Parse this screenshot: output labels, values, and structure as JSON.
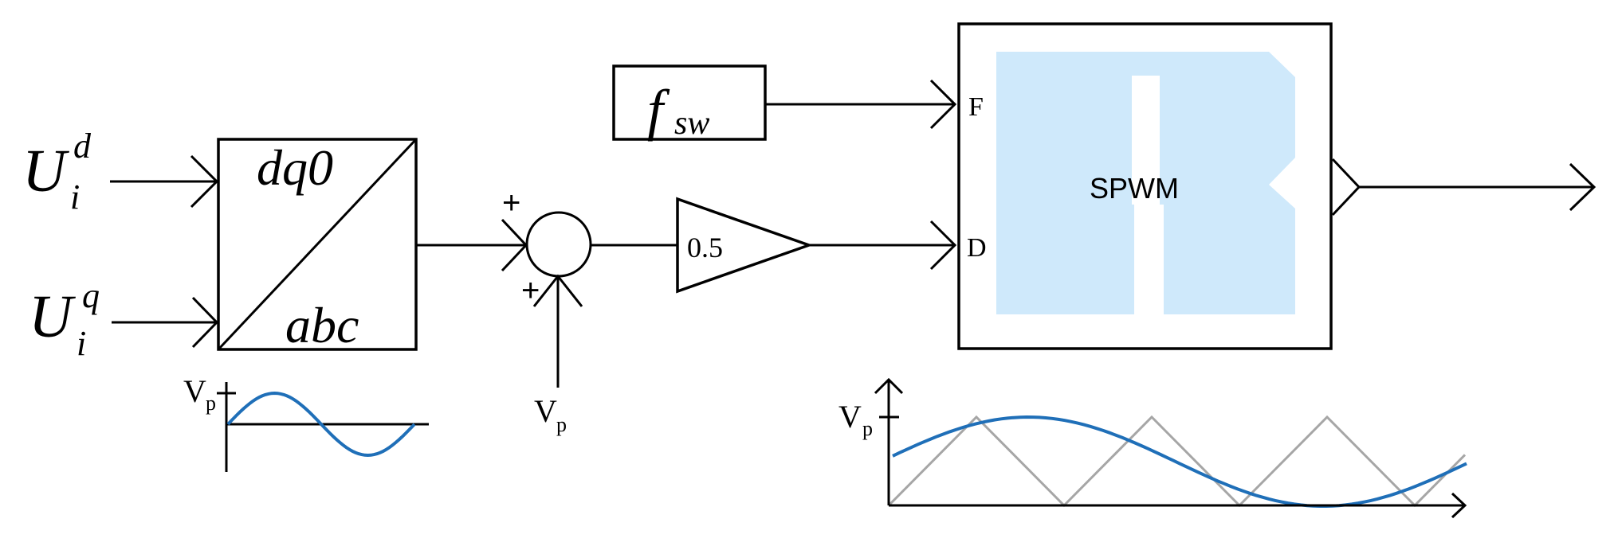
{
  "inputs": {
    "ud": {
      "base": "U",
      "sup": "d",
      "sub": "i"
    },
    "uq": {
      "base": "U",
      "sup": "q",
      "sub": "i"
    }
  },
  "transform_block": {
    "top_label": "dq0",
    "bottom_label": "abc"
  },
  "summing_junction": {
    "sign_top": "+",
    "sign_bottom": "+"
  },
  "vp_input_label": {
    "base": "V",
    "sub": "p"
  },
  "gain_block": {
    "value": "0.5"
  },
  "fsw_block": {
    "base": "f",
    "sub": "sw"
  },
  "spwm_block": {
    "title": "SPWM",
    "port_f": "F",
    "port_d": "D",
    "fill_color": "#cfe9fb"
  },
  "mini_plot_left": {
    "y_label": {
      "base": "V",
      "sub": "p"
    },
    "curve_color": "#1f6fb8"
  },
  "mini_plot_right": {
    "y_label": {
      "base": "V",
      "sub": "p"
    },
    "sine_color": "#1f6fb8",
    "carrier_color": "#a6a6a6"
  }
}
